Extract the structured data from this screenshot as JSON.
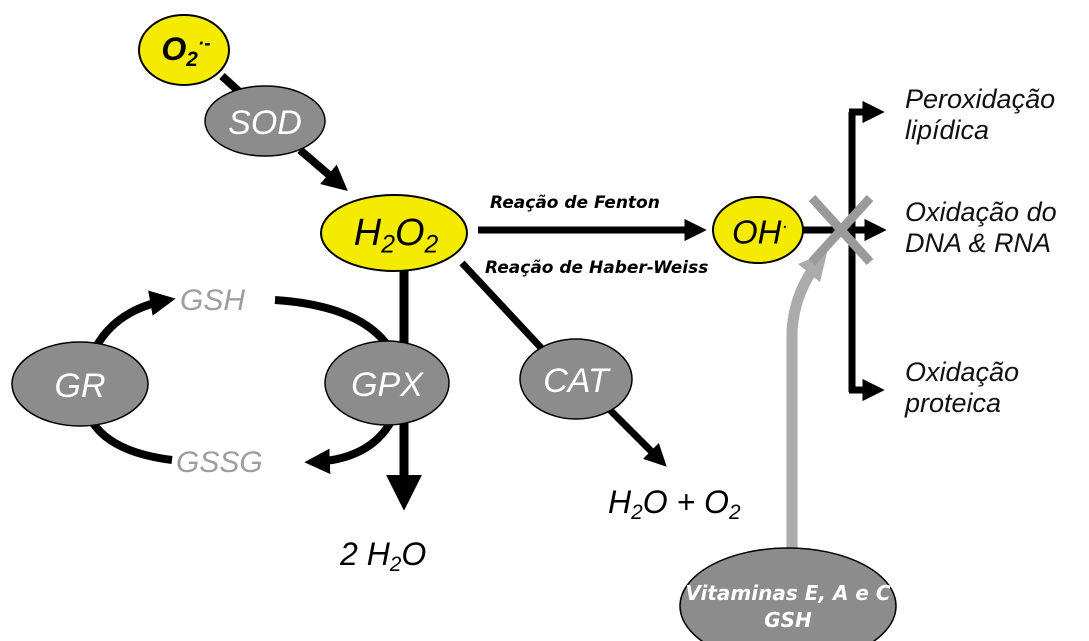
{
  "nodes": {
    "superoxide": {
      "base": "O",
      "sub": "2",
      "sup": "·-"
    },
    "h2o2": {
      "p1": "H",
      "s1": "2",
      "p2": "O",
      "s2": "2"
    },
    "hydroxyl": {
      "base": "OH",
      "sup": "·"
    }
  },
  "enzymes": {
    "sod": "SOD",
    "gpx": "GPX",
    "gr": "GR",
    "cat": "CAT"
  },
  "glutathione": {
    "gsh": "GSH",
    "gssg": "GSSG"
  },
  "products": {
    "water": {
      "prefix": "2 H",
      "sub": "2",
      "suffix": "O"
    },
    "water_oxygen": {
      "p1": "H",
      "s1": "2",
      "p2": "O + O",
      "s2": "2"
    }
  },
  "reactions": {
    "fenton": "Reação de Fenton",
    "haber_weiss": "Reação de Haber-Weiss"
  },
  "effects": {
    "lipid": "Peroxidação lipídica",
    "dna": "Oxidação do DNA & RNA",
    "protein": "Oxidação proteica"
  },
  "antioxidants": {
    "line1": "Vitaminas E, A e C",
    "line2": "GSH"
  },
  "colors": {
    "yellow": "#f5eb00",
    "enzyme_gray": "#8c8c8c",
    "gsh_gray": "#9e9e9e",
    "arrow_gray": "#ababab",
    "cross_gray": "#9a9a9a"
  }
}
